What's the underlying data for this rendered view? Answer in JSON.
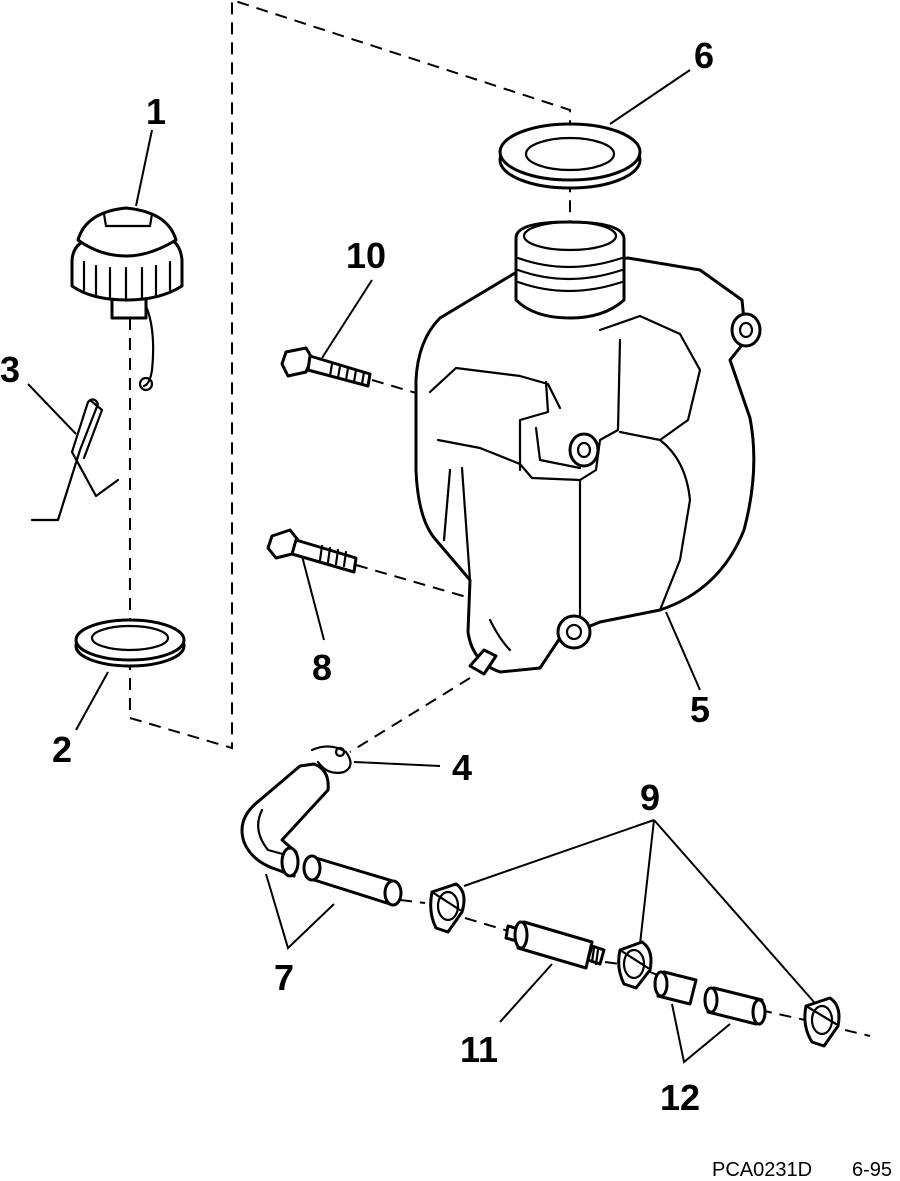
{
  "callouts": {
    "c1": "1",
    "c2": "2",
    "c3": "3",
    "c4": "4",
    "c5": "5",
    "c6": "6",
    "c7": "7",
    "c8": "8",
    "c9": "9",
    "c10": "10",
    "c11": "11",
    "c12": "12"
  },
  "footer": {
    "code": "PCA0231D",
    "date": "6-95"
  }
}
